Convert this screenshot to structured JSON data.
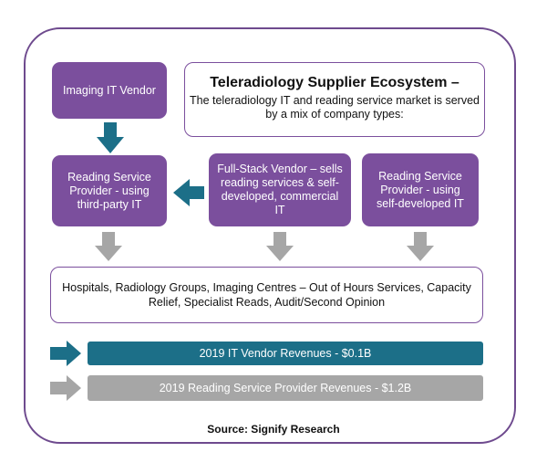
{
  "boxes": {
    "imaging_it_vendor": "Imaging IT Vendor",
    "rsp_third_party": "Reading Service Provider - using third-party IT",
    "full_stack_vendor": "Full-Stack Vendor – sells reading services & self-developed, commercial IT",
    "rsp_self_developed": "Reading Service Provider - using self-developed IT"
  },
  "title_box": {
    "title": "Teleradiology Supplier Ecosystem –",
    "subtitle": "The teleradiology IT and reading service market is served by a mix of company types:"
  },
  "customers": "Hospitals, Radiology Groups, Imaging Centres – Out of Hours Services, Capacity Relief, Specialist Reads, Audit/Second Opinion",
  "revenue_bars": {
    "it_vendor": "2019 IT Vendor Revenues - $0.1B",
    "reading_service": "2019 Reading Service Provider Revenues - $1.2B"
  },
  "source": "Source: Signify Research",
  "colors": {
    "purple": "#7b4f9d",
    "teal": "#1c6f88",
    "grey": "#a6a6a6",
    "frame": "#6e4a8e"
  }
}
